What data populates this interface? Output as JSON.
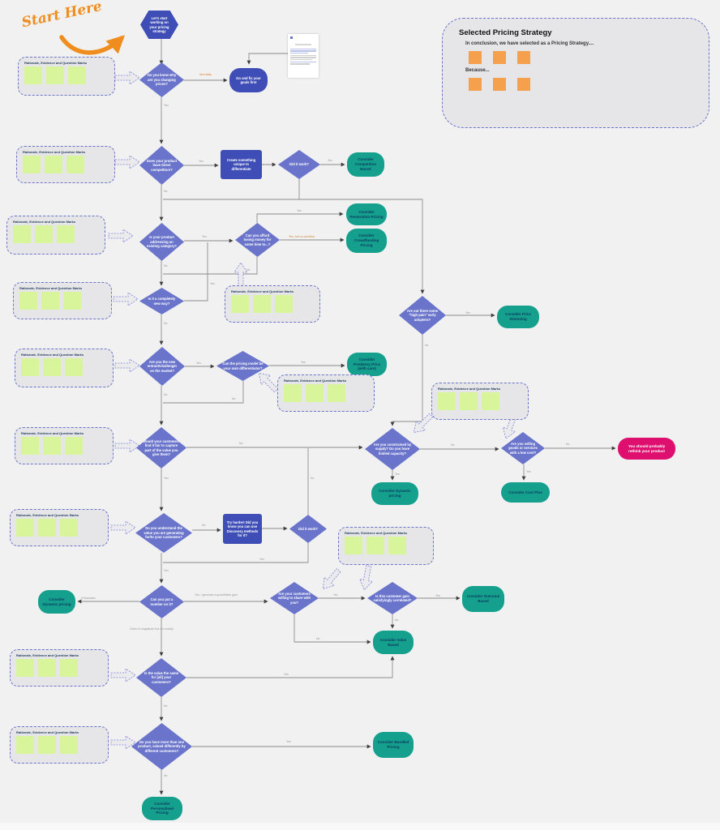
{
  "start_here": {
    "label": "Start Here"
  },
  "selected_panel": {
    "title": "Selected Pricing Strategy",
    "line1": "In conclusion, we have selected as a Pricing Strategy....",
    "line2": "Because..."
  },
  "sticky_panel_label": "Rationale, Evidence and Question Marks",
  "nodes": {
    "hexagon_start": "Let's start working on your pricing strategy",
    "d_know_why": "Do you know why are you changing prices?",
    "goal_first": "Go and fix your goals first",
    "d_competitors": "Does your product have direct competitors?",
    "create_unique": "Create something unique to differentiate",
    "did_it_work": "Did it work?",
    "competition_based": "Consider Competition Based",
    "d_existing_category": "Is your product addressing an existing category?",
    "d_afford_losing": "Can you afford losing money for some time to...?",
    "penetration": "Consider Penetration Pricing",
    "crowdfunding": "Consider Crowdfunding Pricing",
    "d_new_way": "Is it a completely new way?",
    "d_early_adopters": "Are out there some \"high pain\" early adopters?",
    "price_skimming": "Consider Price Skimming",
    "d_new_entrant": "Are you the new entrant/challenger on the market?",
    "d_pricing_differentiator": "Can the pricing model be your own differentiator?",
    "predatory": "Consider Predatory Price (with care)",
    "d_fair_capture": "Would your customers find it fair to capture part of the value you give them?",
    "d_supply_constrained": "Are you constrained by supply? Do you have limited capacity?",
    "dynamic_right": "Consider Dynamic pricing",
    "d_low_cost": "Are you selling goods or services with a low cost?",
    "rethink": "You should probably rethink your product",
    "cost_plus": "Consider Cost Plus",
    "d_understand_value": "Do you understand the value you are generating for/to your customers?",
    "try_harder": "Try harder! Did you know you can use Discovery methods for it?",
    "did_it_work2": "Did it work?",
    "dynamic_left": "Consider Dynamic pricing",
    "d_number_on_it": "Can you put a number on it?",
    "d_willing_share": "Are your customers willing to share with you?",
    "d_gain_correlated": "Is this customer gain satisfyingly correlated?",
    "outcome_based": "Consider Outcome Based",
    "value_based": "Consider Value Based",
    "d_same_value": "Is the value the same for [all] your customers?",
    "d_multi_product": "Do you have more than one product, valued differently by different customers?",
    "bundled": "Consider Bundled Pricing",
    "personalised": "Consider Personalised Pricing"
  },
  "labels": {
    "yes": "Yes",
    "no": "No",
    "not_really": "Not really",
    "yes_no_cashflow": "Yes, but no cashflow",
    "fluctuates": "It fluctuates",
    "quant_gain": "Yes, I generate a quantifiable gain",
    "magnitude": "Order of magnitude but not exactly"
  },
  "colors": {
    "indigo": "#3e4eb6",
    "diamond": "#6974ca",
    "teal": "#15a08e",
    "pink": "#de0f6f",
    "sticky_green": "#d9f59c",
    "orange_accent": "#f5a04c",
    "panel_border": "#6a74c9"
  }
}
